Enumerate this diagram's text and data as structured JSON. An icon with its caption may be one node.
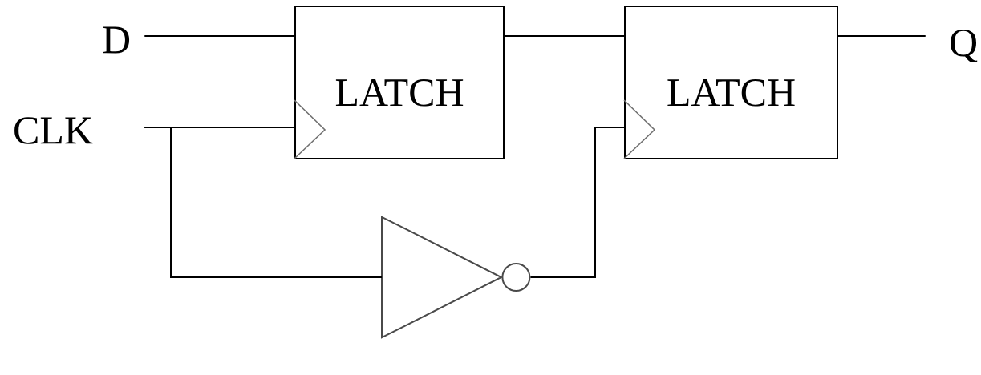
{
  "diagram": {
    "nodes": [
      {
        "text": [
          "D"
        ]
      },
      {
        "text": [
          "CLK"
        ]
      },
      {
        "text": [
          "LATCH"
        ]
      },
      {
        "text": [
          "LATCH"
        ]
      },
      {
        "text": [
          "Q"
        ]
      },
      {
        "text": [],
        "shape": "triangle"
      }
    ],
    "edges": [
      {
        "from": 0,
        "to": 2,
        "arrow": "none"
      },
      {
        "from": 1,
        "to": 2,
        "arrow": "none"
      },
      {
        "from": 1,
        "to": 5,
        "arrow": "none"
      },
      {
        "from": 5,
        "to": 3,
        "arrow": "none"
      },
      {
        "from": 2,
        "to": 3,
        "arrow": "none"
      },
      {
        "from": 3,
        "to": 4,
        "arrow": "none"
      }
    ]
  }
}
